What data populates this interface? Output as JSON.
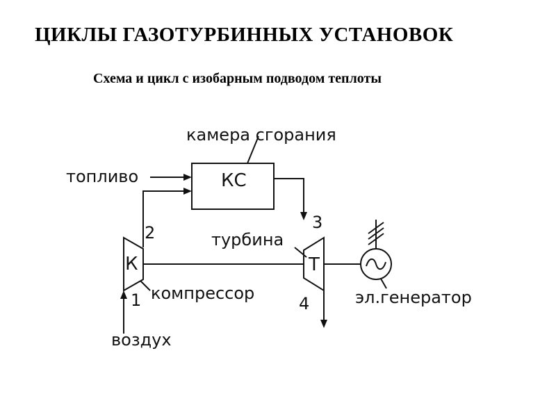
{
  "header": {
    "title": "ЦИКЛЫ ГАЗОТУРБИННЫХ УСТАНОВОК",
    "subtitle": "Схема и цикл с изобарным подводом теплоты"
  },
  "diagram": {
    "combustion_chamber_label": "камера сгорания",
    "combustion_chamber_symbol": "КС",
    "fuel_label": "топливо",
    "compressor_symbol": "К",
    "compressor_label": "компрессор",
    "turbine_symbol": "Т",
    "turbine_label": "турбина",
    "generator_label": "эл.генератор",
    "air_label": "воздух",
    "points": {
      "p1": "1",
      "p2": "2",
      "p3": "3",
      "p4": "4"
    }
  }
}
